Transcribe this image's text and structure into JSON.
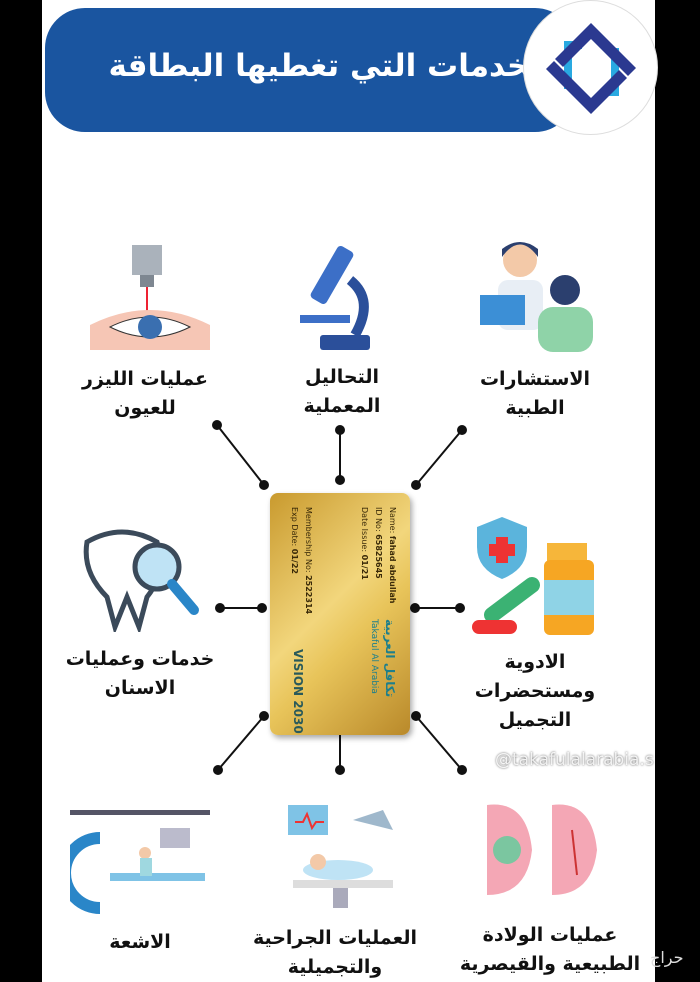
{
  "header": {
    "title": "الخدمات التي تغطيها البطاقة"
  },
  "services": [
    {
      "label_1": "الاستشارات",
      "label_2": "الطبية",
      "icon": "doctor-consultation-icon"
    },
    {
      "label_1": "التحاليل",
      "label_2": "المعملية",
      "icon": "microscope-icon"
    },
    {
      "label_1": "عمليات الليزر",
      "label_2": "للعيون",
      "icon": "eye-laser-icon"
    },
    {
      "label_1": "خدمات وعمليات",
      "label_2": "الاسنان",
      "icon": "tooth-magnifier-icon"
    },
    {
      "label_1": "الادوية",
      "label_2": "ومستحضرات",
      "label_3": "التجميل",
      "icon": "medicine-icon"
    },
    {
      "label_1": "الاشعة",
      "icon": "xray-machine-icon"
    },
    {
      "label_1": "العمليات الجراحية",
      "label_2": "والتجميلية",
      "icon": "surgery-icon"
    },
    {
      "label_1": "عمليات الولادة",
      "label_2": "الطبيعية والقيصرية",
      "icon": "pregnancy-icon"
    }
  ],
  "card": {
    "brand_ar": "تكافل العربية",
    "brand_en": "Takaful Al Arabia",
    "name_label": "Name:",
    "name": "fahad abdullah",
    "id_label": "ID No:",
    "id": "65825645",
    "issue_label": "Date Issue:",
    "issue": "01/21",
    "membership_label": "Membership No:",
    "membership": "2522314",
    "exp_label": "Exp Date:",
    "exp": "01/22",
    "vision": "VISION 2030"
  },
  "watermark": "@takafulalarabia.s",
  "watermark_logo": "حراج",
  "colors": {
    "banner": "#1a55a0",
    "logo_dark": "#2b3990",
    "logo_light": "#29a9e1",
    "card_gold": "#e8c45a"
  }
}
